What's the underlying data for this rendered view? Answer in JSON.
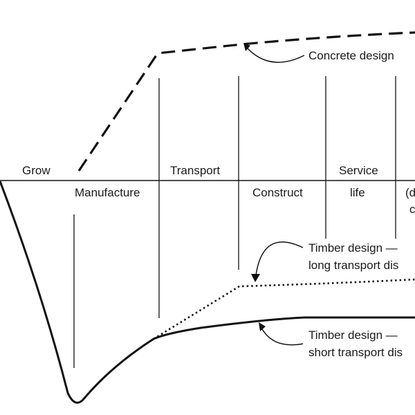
{
  "stages": {
    "grow": "Grow",
    "manufacture": "Manufacture",
    "transport": "Transport",
    "construct": "Construct",
    "service_line1": "Service",
    "service_line2": "life",
    "partial_line1": "(d",
    "partial_line2": "c"
  },
  "callouts": {
    "concrete": "Concrete design",
    "timber_long_line1": "Timber design —",
    "timber_long_line2": "long transport dis",
    "timber_short_line1": "Timber design —",
    "timber_short_line2": "short transport dis"
  }
}
